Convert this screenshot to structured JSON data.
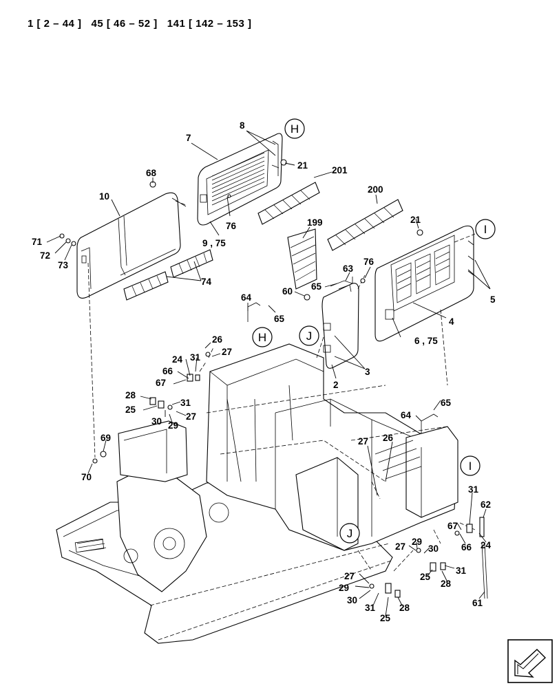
{
  "header": {
    "ref_text": "1 [ 2 – 44 ]   45 [ 46 – 52 ]   141 [ 142 – 153 ]"
  },
  "view_markers": [
    "H",
    "I",
    "J"
  ],
  "callouts": {
    "c8": "8",
    "c7": "7",
    "c21a": "21",
    "c201": "201",
    "c68": "68",
    "c10": "10",
    "c200": "200",
    "c76a": "76",
    "c9_75": "9 , 75",
    "c199": "199",
    "c21b": "21",
    "c71": "71",
    "c72": "72",
    "c73": "73",
    "c63": "63",
    "c76b": "76",
    "c5": "5",
    "c74": "74",
    "c65a": "65",
    "c60": "60",
    "c64a": "64",
    "c65b": "65",
    "c4": "4",
    "c6_75": "6 , 75",
    "c26a": "26",
    "c27a": "27",
    "c24a": "24",
    "c31a": "31",
    "c3": "3",
    "c2": "2",
    "c66a": "66",
    "c67a": "67",
    "c28a": "28",
    "c31b": "31",
    "c25a": "25",
    "c30a": "30",
    "c29a": "29",
    "c27b": "27",
    "c65c": "65",
    "c64b": "64",
    "c69": "69",
    "c27c": "27",
    "c26b": "26",
    "c70": "70",
    "c31c": "31",
    "c62": "62",
    "c67b": "67",
    "c66b": "66",
    "c24b": "24",
    "c29b": "29",
    "c27d": "27",
    "c30b": "30",
    "c31d": "31",
    "c25b": "25",
    "c28b": "28",
    "c27e": "27",
    "c29c": "29",
    "c30c": "30",
    "c31e": "31",
    "c25c": "25",
    "c28c": "28",
    "c61": "61"
  },
  "nav_icon": "arrow-icon"
}
